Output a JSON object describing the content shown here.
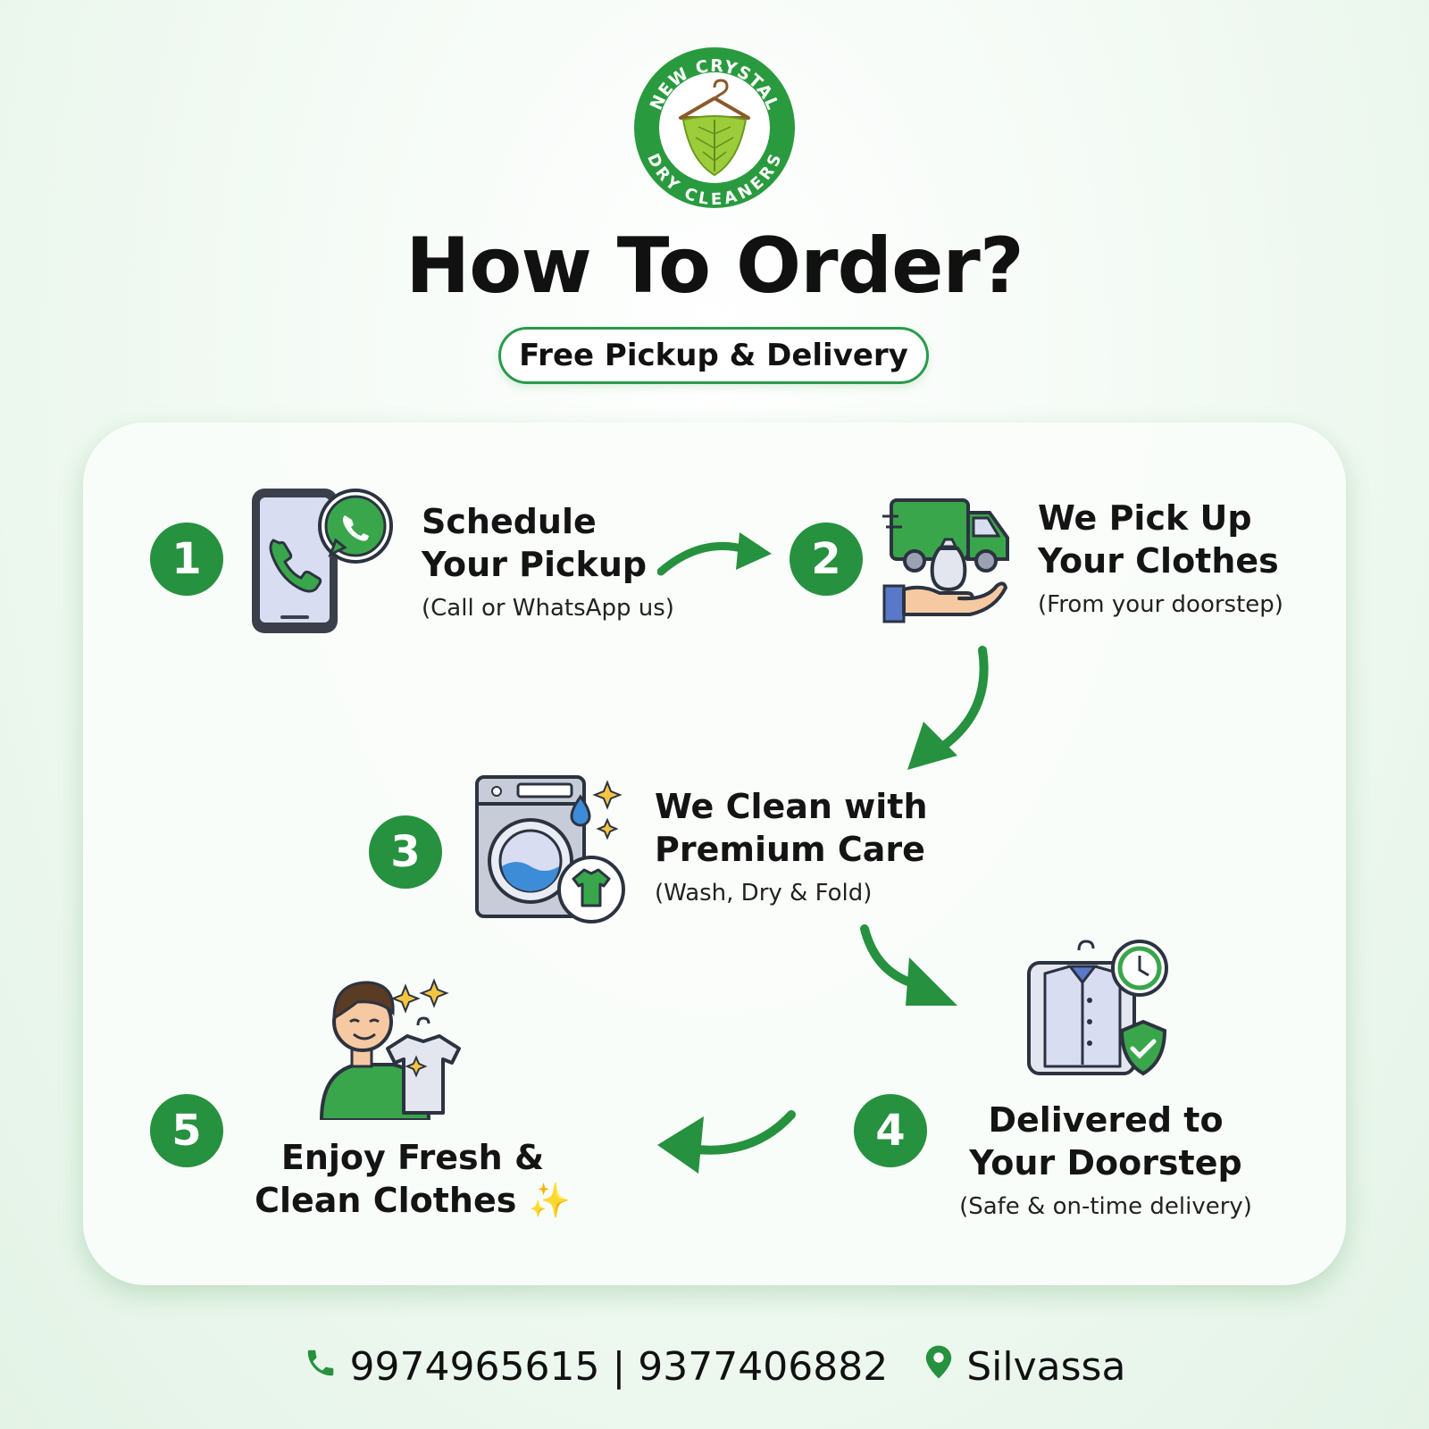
{
  "brand": {
    "logo_top_text": "NEW CRYSTAL",
    "logo_bottom_text": "DRY CLEANERS"
  },
  "heading": {
    "title": "How To Order?",
    "pill": "Free Pickup & Delivery"
  },
  "steps": [
    {
      "number": "1",
      "title_line1": "Schedule",
      "title_line2": "Your Pickup",
      "subtitle": "(Call or WhatsApp us)",
      "icon": "phone-whatsapp-icon"
    },
    {
      "number": "2",
      "title_line1": "We Pick Up",
      "title_line2": "Your Clothes",
      "subtitle": "(From your doorstep)",
      "icon": "delivery-van-icon"
    },
    {
      "number": "3",
      "title_line1": "We Clean with",
      "title_line2": "Premium Care",
      "subtitle": "(Wash, Dry & Fold)",
      "icon": "washing-machine-icon"
    },
    {
      "number": "4",
      "title_line1": "Delivered to",
      "title_line2": "Your Doorstep",
      "subtitle": "(Safe & on-time delivery)",
      "icon": "shirt-clock-shield-icon"
    },
    {
      "number": "5",
      "title_line1": "Enjoy Fresh &",
      "title_line2": "Clean Clothes",
      "sparkle": "✨",
      "icon": "happy-customer-icon"
    }
  ],
  "footer": {
    "phones": "9974965615 | 9377406882",
    "location": "Silvassa"
  },
  "colors": {
    "brand_green": "#26913f",
    "dark_green": "#1f7a35",
    "text": "#111111"
  }
}
